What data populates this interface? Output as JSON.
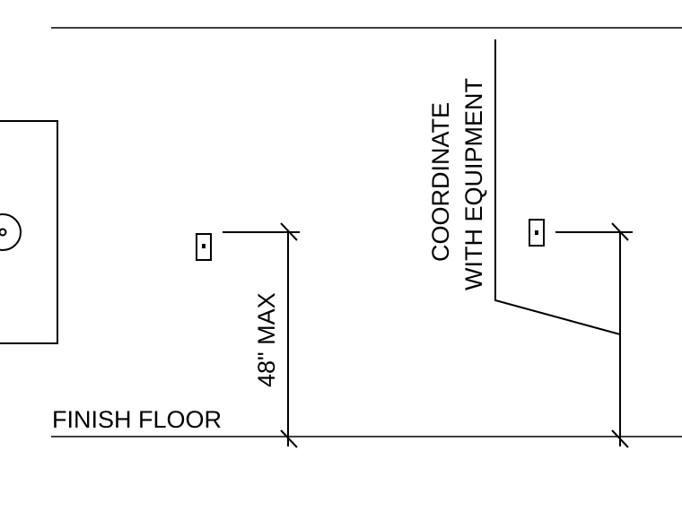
{
  "drawing": {
    "labels": {
      "finish_floor": "FINISH FLOOR",
      "max_height": "48\" MAX",
      "coordinate_line1": "COORDINATE",
      "coordinate_line2": "WITH EQUIPMENT"
    },
    "colors": {
      "line": "#000000",
      "background": "#ffffff"
    }
  }
}
